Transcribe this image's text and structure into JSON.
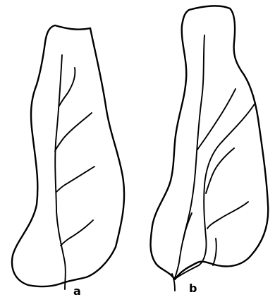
{
  "figure": {
    "panels": [
      {
        "id": "a",
        "label": "a"
      },
      {
        "id": "b",
        "label": "b"
      }
    ],
    "line_color": "#000000",
    "background": "#ffffff"
  }
}
